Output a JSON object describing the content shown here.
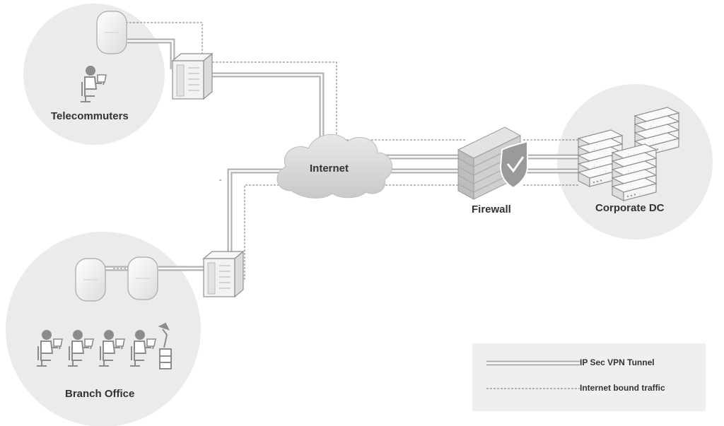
{
  "labels": {
    "telecommuters": "Telecommuters",
    "internet": "Internet",
    "firewall": "Firewall",
    "corporate_dc": "Corporate DC",
    "branch_office": "Branch Office"
  },
  "legend": {
    "tunnel": "IP Sec VPN Tunnel",
    "traffic": "Internet bound traffic"
  },
  "colors": {
    "site_circle": "#ebebeb",
    "tunnel": "#b3b3b3",
    "dashed": "#777777",
    "device": "#f2f2f2",
    "device_stroke": "#999999",
    "person": "#8c8c8c"
  }
}
